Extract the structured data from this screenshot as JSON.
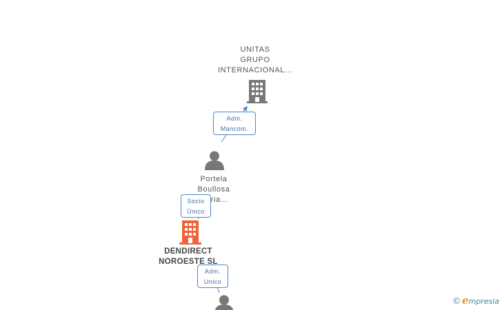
{
  "nodes": {
    "unitas": {
      "lines": [
        "UNITAS",
        "GRUPO",
        "INTERNACIONAL..."
      ],
      "type": "company",
      "color": "#777777"
    },
    "portela": {
      "lines": [
        "Portela",
        "Boullosa",
        "Maria..."
      ],
      "type": "person",
      "color": "#777777"
    },
    "dendirect": {
      "lines": [
        "DENDIRECT",
        "NOROESTE SL"
      ],
      "type": "company",
      "color": "#f0623a",
      "highlight": true
    },
    "bottom_person": {
      "lines": [],
      "type": "person",
      "color": "#777777"
    }
  },
  "relations": {
    "adm_mancom": {
      "lines": [
        "Adm.",
        "Mancom."
      ]
    },
    "socio_unico": {
      "lines": [
        "Socio",
        "Único"
      ]
    },
    "adm_unico": {
      "lines": [
        "Adm.",
        "Unico"
      ]
    }
  },
  "edge_color": "#4a86c7",
  "brand": {
    "copyright": "©",
    "initial": "e",
    "rest": "mpresia"
  }
}
